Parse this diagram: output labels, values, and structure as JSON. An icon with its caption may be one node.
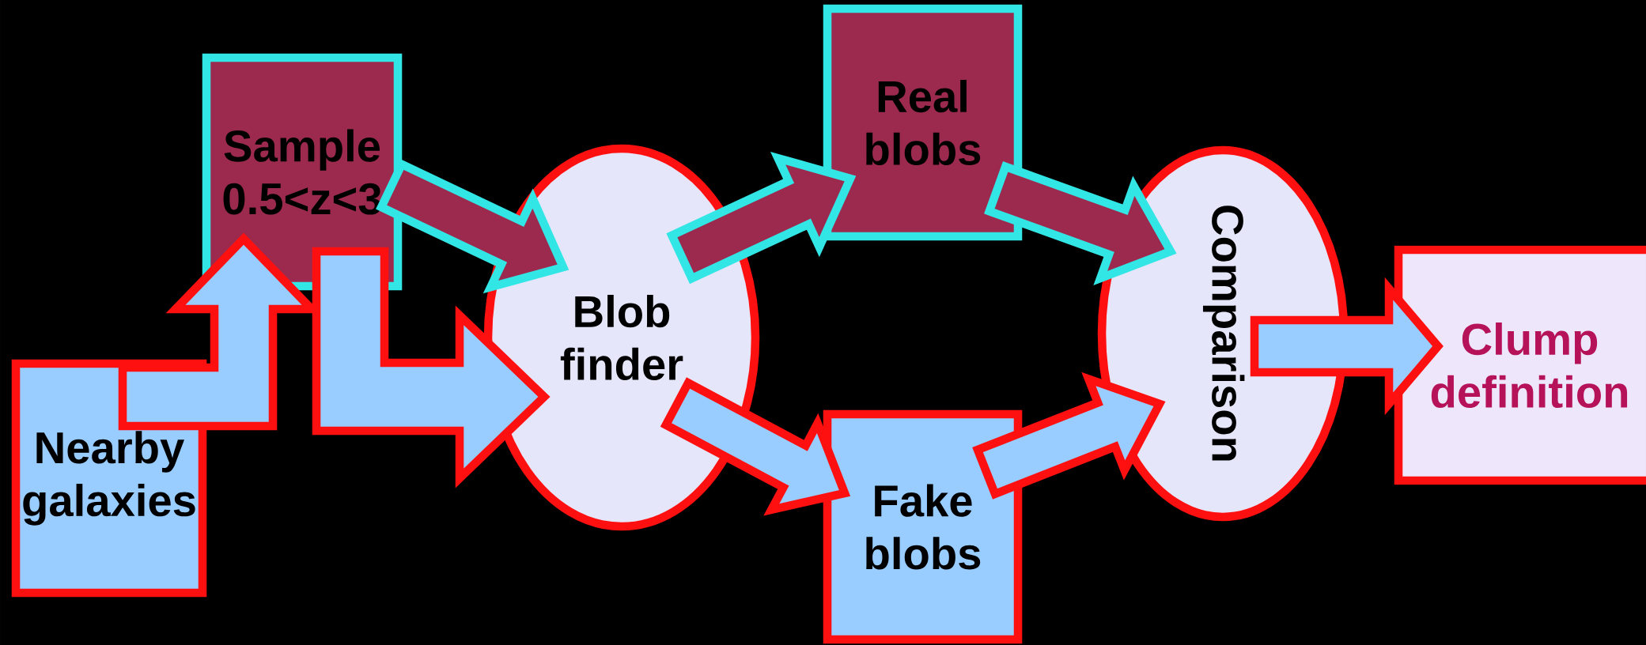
{
  "diagram": {
    "nodes": [
      {
        "text": [
          "Sample 0.5<z<3"
        ]
      },
      {
        "text": [
          "Nearby galaxies"
        ]
      },
      {
        "text": [
          "Blob finder"
        ]
      },
      {
        "text": [
          "Real blobs"
        ]
      },
      {
        "text": [
          "Fake blobs"
        ]
      },
      {
        "text": [
          "Comparison"
        ]
      },
      {
        "text": [
          "Clump definition"
        ]
      }
    ],
    "edges": [
      {
        "from": 1,
        "to": 0,
        "arrow": "to"
      },
      {
        "from": 0,
        "to": 2,
        "arrow": "to",
        "color": "#9b2a4e"
      },
      {
        "from": 0,
        "to": 2,
        "arrow": "to"
      },
      {
        "from": 2,
        "to": 3,
        "arrow": "to",
        "color": "#9b2a4e"
      },
      {
        "from": 2,
        "to": 4,
        "arrow": "to"
      },
      {
        "from": 3,
        "to": 5,
        "arrow": "to",
        "color": "#9b2a4e"
      },
      {
        "from": 4,
        "to": 5,
        "arrow": "to"
      },
      {
        "from": 5,
        "to": 6,
        "arrow": "to"
      }
    ]
  }
}
